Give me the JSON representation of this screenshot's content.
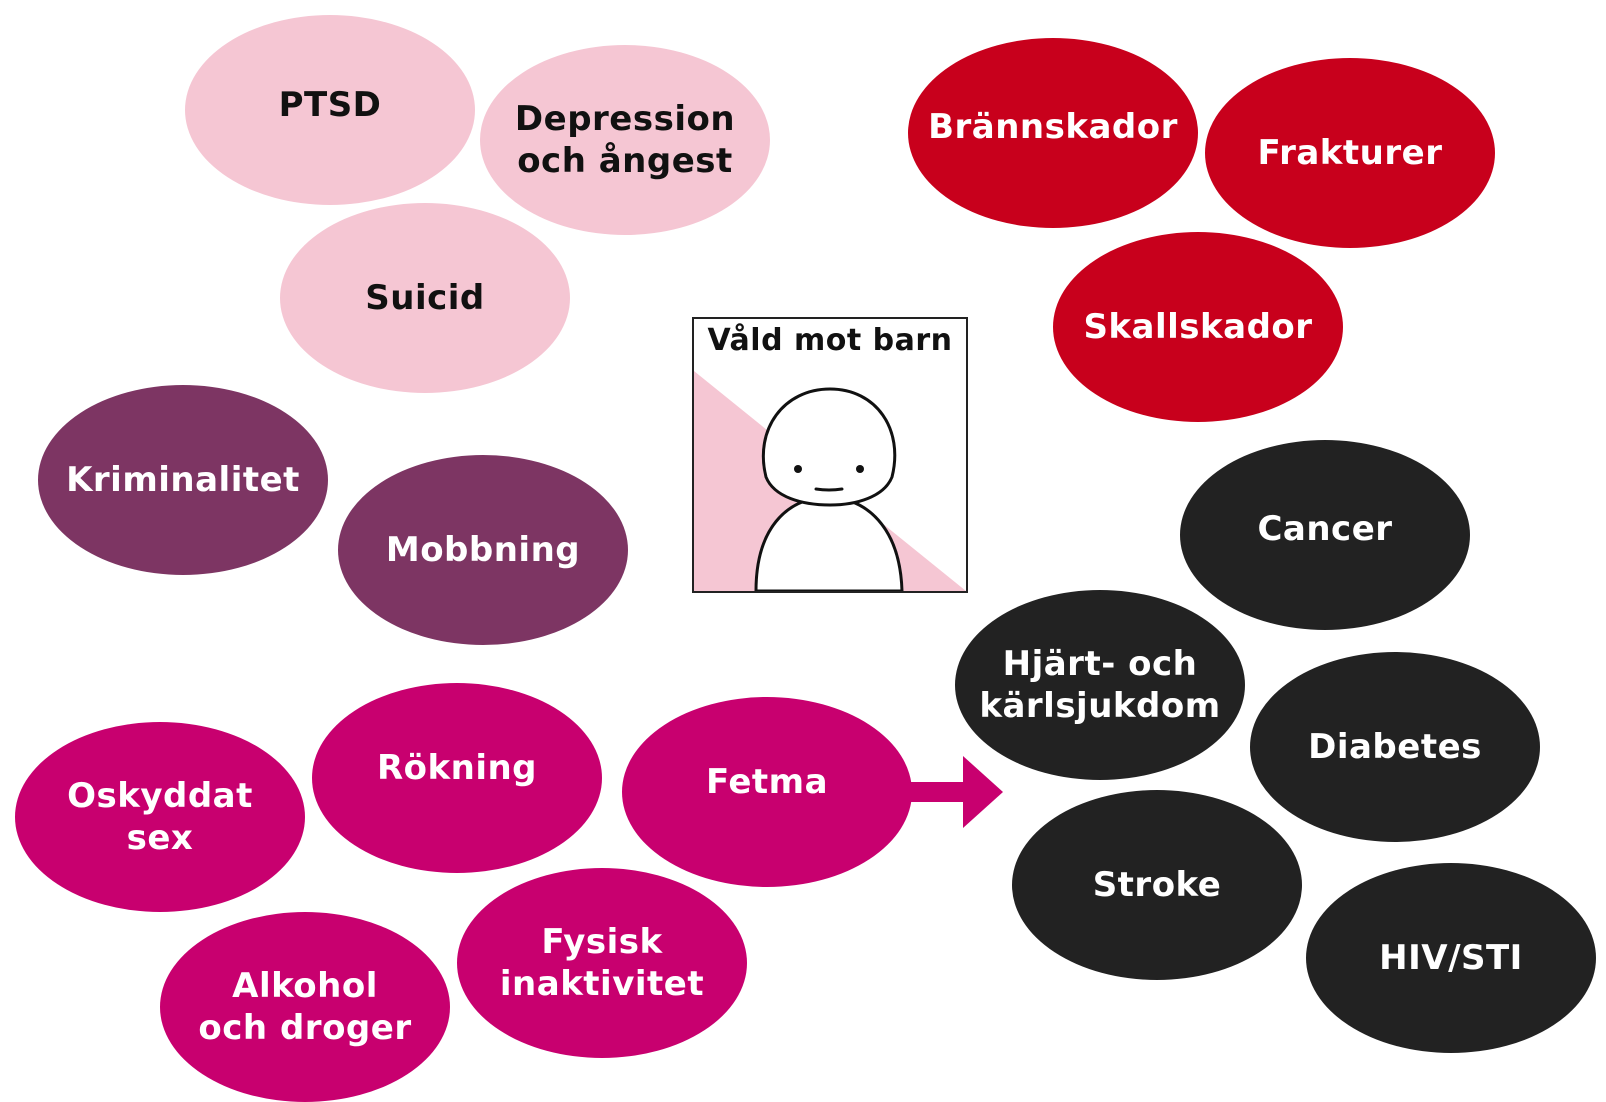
{
  "center": {
    "title": "Våld mot barn"
  },
  "colors": {
    "mental_health": "#f5c6d3",
    "injuries": "#c8001c",
    "social": "#7d3563",
    "health_risk_behaviors": "#c8006f",
    "diseases": "#222222"
  },
  "bubbles": {
    "ptsd": "PTSD",
    "depression": [
      "Depression",
      "och ångest"
    ],
    "suicid": "Suicid",
    "brannskador": "Brännskador",
    "frakturer": "Frakturer",
    "skallskador": "Skallskador",
    "kriminalitet": "Kriminalitet",
    "mobbning": "Mobbning",
    "oskyddat_sex": [
      "Oskyddat",
      "sex"
    ],
    "rokning": "Rökning",
    "fetma": "Fetma",
    "alkohol": [
      "Alkohol",
      "och droger"
    ],
    "fysisk": [
      "Fysisk",
      "inaktivitet"
    ],
    "cancer": "Cancer",
    "hjart": [
      "Hjärt- och",
      "kärlsjukdom"
    ],
    "diabetes": "Diabetes",
    "stroke": "Stroke",
    "hiv": "HIV/STI"
  }
}
